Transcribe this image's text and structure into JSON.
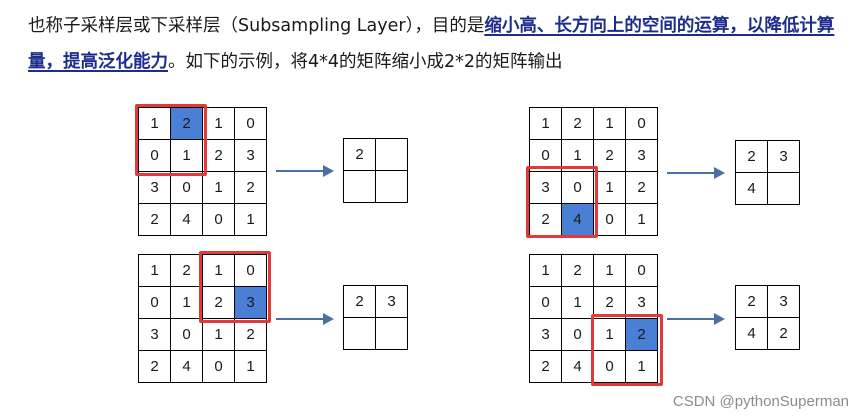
{
  "intro": {
    "part1": "也称子采样层或下采样层（Subsampling Layer），目的是",
    "highlight1": "缩小高、长方向上的空间的运算，以降低计算量，提高泛化能力",
    "part2": "。如下的示例，将4*4的矩阵缩小成2*2的矩阵输出"
  },
  "examples": [
    {
      "input": [
        [
          "1",
          "2",
          "1",
          "0"
        ],
        [
          "0",
          "1",
          "2",
          "3"
        ],
        [
          "3",
          "0",
          "1",
          "2"
        ],
        [
          "2",
          "4",
          "0",
          "1"
        ]
      ],
      "output": [
        [
          "2",
          ""
        ],
        [
          "",
          ""
        ]
      ]
    },
    {
      "input": [
        [
          "1",
          "2",
          "1",
          "0"
        ],
        [
          "0",
          "1",
          "2",
          "3"
        ],
        [
          "3",
          "0",
          "1",
          "2"
        ],
        [
          "2",
          "4",
          "0",
          "1"
        ]
      ],
      "output": [
        [
          "2",
          "3"
        ],
        [
          "4",
          ""
        ]
      ]
    },
    {
      "input": [
        [
          "1",
          "2",
          "1",
          "0"
        ],
        [
          "0",
          "1",
          "2",
          "3"
        ],
        [
          "3",
          "0",
          "1",
          "2"
        ],
        [
          "2",
          "4",
          "0",
          "1"
        ]
      ],
      "output": [
        [
          "2",
          "3"
        ],
        [
          "",
          ""
        ]
      ]
    },
    {
      "input": [
        [
          "1",
          "2",
          "1",
          "0"
        ],
        [
          "0",
          "1",
          "2",
          "3"
        ],
        [
          "3",
          "0",
          "1",
          "2"
        ],
        [
          "2",
          "4",
          "0",
          "1"
        ]
      ],
      "output": [
        [
          "2",
          "3"
        ],
        [
          "4",
          "2"
        ]
      ]
    }
  ],
  "colors": {
    "highlight_cell": "#4a7fd6",
    "pool_window": "#e03a3a",
    "arrow": "#4a6fa8",
    "emphasis_text": "#1c2d8c"
  },
  "watermark": "CSDN @pythonSuperman"
}
